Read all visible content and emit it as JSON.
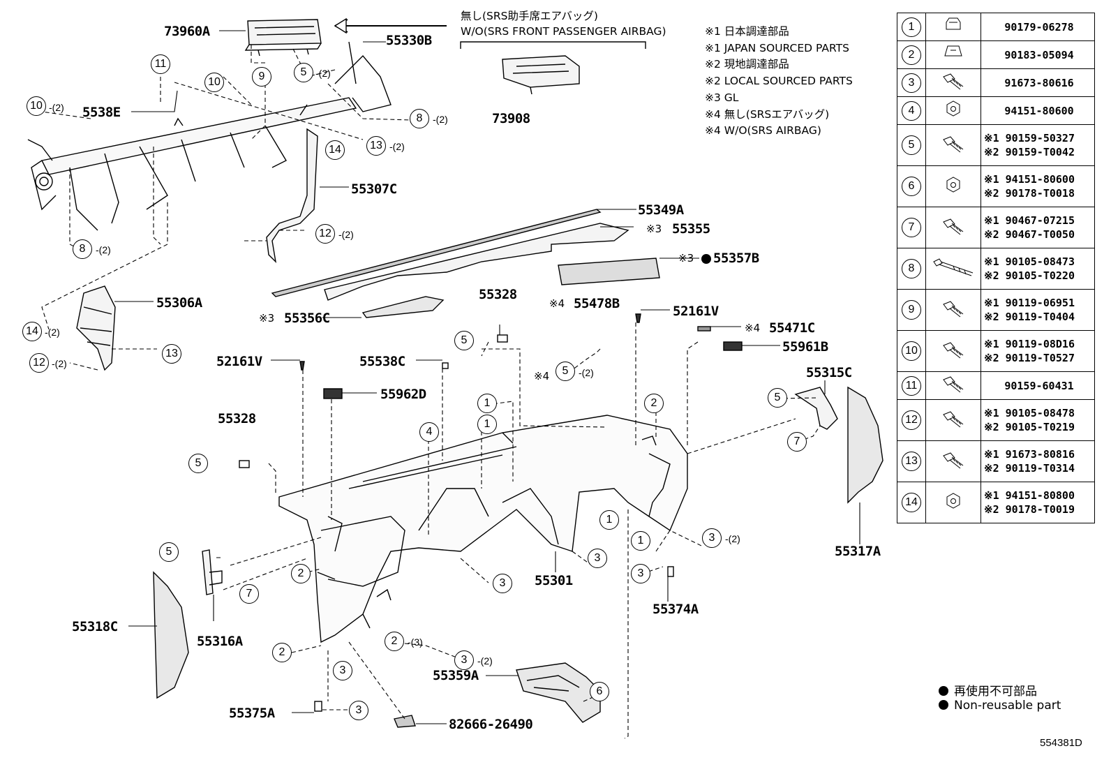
{
  "footer_code": "554381D",
  "notes": {
    "no_passenger_airbag_jp": "無し(SRS助手席エアバッグ)",
    "no_passenger_airbag_en": "W/O(SRS FRONT PASSENGER AIRBAG)",
    "lines": [
      "※1 日本調達部品",
      "※1 JAPAN SOURCED PARTS",
      "※2 現地調達部品",
      "※2 LOCAL SOURCED PARTS",
      "※3 GL",
      "※4 無し(SRSエアバッグ)",
      "※4 W/O(SRS AIRBAG)"
    ]
  },
  "nonreusable": {
    "jp": "再使用不可部品",
    "en": "Non-reusable part"
  },
  "part_labels": {
    "p73960A": "73960A",
    "p55330B": "55330B",
    "p5538E": "5538E",
    "p55307C": "55307C",
    "p73908": "73908",
    "p55349A": "55349A",
    "p55355": "55355",
    "p55357B": "55357B",
    "p55356C": "55356C",
    "p55328a": "55328",
    "p55478B": "55478B",
    "p52161Va": "52161V",
    "p55471C": "55471C",
    "p55961B": "55961B",
    "p55306A": "55306A",
    "p52161Vb": "52161V",
    "p55538C": "55538C",
    "p55962D": "55962D",
    "p55315C": "55315C",
    "p55328b": "55328",
    "p55317A": "55317A",
    "p55301": "55301",
    "p55374A": "55374A",
    "p55318C": "55318C",
    "p55316A": "55316A",
    "p55359A": "55359A",
    "p55375A": "55375A",
    "p82666": "82666-26490"
  },
  "marks": {
    "m3": "※3",
    "m4": "※4"
  },
  "qty": {
    "q2": "-(2)",
    "q3": "-(3)"
  },
  "legend": [
    {
      "num": "1",
      "refs": [
        "90179-06278"
      ]
    },
    {
      "num": "2",
      "refs": [
        "90183-05094"
      ]
    },
    {
      "num": "3",
      "refs": [
        "91673-80616"
      ]
    },
    {
      "num": "4",
      "refs": [
        "94151-80600"
      ]
    },
    {
      "num": "5",
      "refs": [
        "※1 90159-50327",
        "※2 90159-T0042"
      ]
    },
    {
      "num": "6",
      "refs": [
        "※1 94151-80600",
        "※2 90178-T0018"
      ]
    },
    {
      "num": "7",
      "refs": [
        "※1 90467-07215",
        "※2 90467-T0050"
      ]
    },
    {
      "num": "8",
      "refs": [
        "※1 90105-08473",
        "※2 90105-T0220"
      ]
    },
    {
      "num": "9",
      "refs": [
        "※1 90119-06951",
        "※2 90119-T0404"
      ]
    },
    {
      "num": "10",
      "refs": [
        "※1 90119-08D16",
        "※2 90119-T0527"
      ]
    },
    {
      "num": "11",
      "refs": [
        "90159-60431"
      ]
    },
    {
      "num": "12",
      "refs": [
        "※1 90105-08478",
        "※2 90105-T0219"
      ]
    },
    {
      "num": "13",
      "refs": [
        "※1 91673-80816",
        "※2 90119-T0314"
      ]
    },
    {
      "num": "14",
      "refs": [
        "※1 94151-80800",
        "※2 90178-T0019"
      ]
    }
  ]
}
